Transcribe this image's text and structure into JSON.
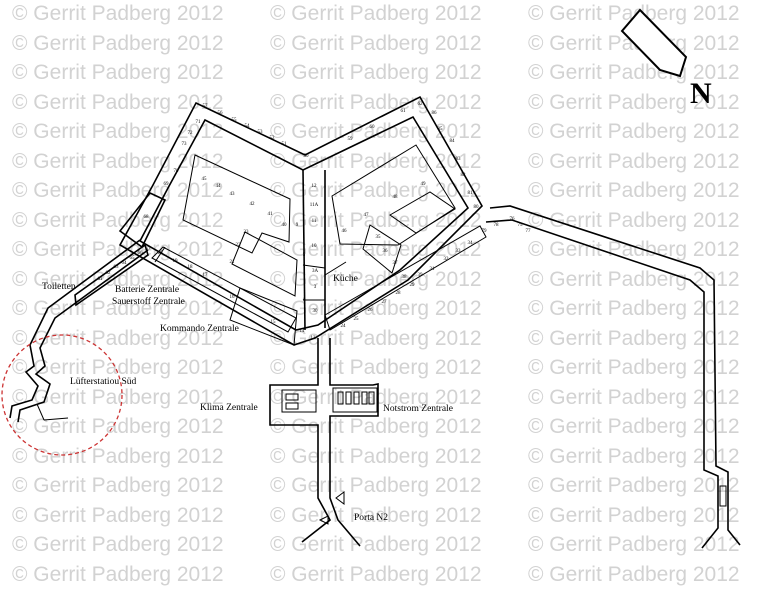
{
  "watermark": {
    "text": "© Gerrit Padberg 2012"
  },
  "compass": {
    "label": "N"
  },
  "areas": {
    "toiletten": "Toiletten",
    "batterie": "Batterie Zentrale",
    "sauerstoff": "Sauerstoff Zentrale",
    "kommando": "Kommando Zentrale",
    "kueche": "Küche",
    "luefter": "Lüfterstatiou Süd",
    "klima": "Klima Zentrale",
    "notstrom": "Notstrom Zentrale",
    "porta": "Porta N2"
  },
  "rooms": {
    "outer_nw": [
      "57",
      "56",
      "55",
      "54",
      "53",
      "52",
      "51",
      "50"
    ],
    "outer_ne": [
      "59",
      "60",
      "61",
      "62"
    ],
    "left_col": [
      "71",
      "72",
      "73",
      "70",
      "69"
    ],
    "right_col": [
      "86",
      "85",
      "84",
      "83",
      "82",
      "81",
      "80"
    ],
    "inner_left": [
      "45",
      "44",
      "43",
      "42",
      "41",
      "40"
    ],
    "inner_right": [
      "49",
      "48",
      "47",
      "46"
    ],
    "center": [
      "12",
      "11A",
      "11",
      "10",
      "9",
      "3A",
      "3",
      "30",
      "14",
      "13"
    ],
    "south_w": [
      "20",
      "19",
      "18",
      "17",
      "16",
      "15",
      "21",
      "22",
      "23"
    ],
    "south_e": [
      "24",
      "25",
      "26",
      "27",
      "28",
      "29",
      "31",
      "32",
      "33",
      "34",
      "35",
      "36",
      "37",
      "38",
      "39"
    ],
    "east_arm": [
      "79",
      "78",
      "77"
    ],
    "misc": [
      "68",
      "61",
      "62",
      "63",
      "64",
      "65",
      "66",
      "67",
      "5",
      "4",
      "76",
      "75"
    ]
  }
}
